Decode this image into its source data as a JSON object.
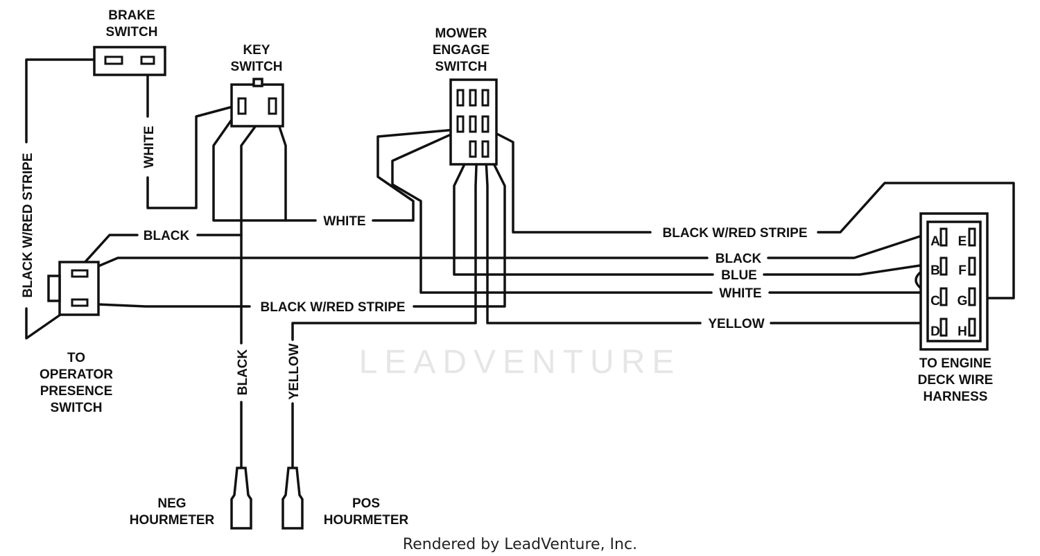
{
  "components": {
    "brake_switch": "BRAKE\nSWITCH",
    "key_switch": "KEY\nSWITCH",
    "mower_engage_switch": "MOWER\nENGAGE\nSWITCH",
    "operator_presence": "TO\nOPERATOR\nPRESENCE\nSWITCH",
    "engine_deck_harness": "TO ENGINE\nDECK WIRE\nHARNESS",
    "neg_hourmeter": "NEG\nHOURMETER",
    "pos_hourmeter": "POS\nHOURMETER"
  },
  "wires": {
    "left_vertical": "BLACK W/RED STRIPE",
    "brake_white": "WHITE",
    "white_main": "WHITE",
    "black_opp": "BLACK",
    "opp_stripe": "BLACK W/RED STRIPE",
    "deck_stripe": "BLACK W/RED STRIPE",
    "deck_black": "BLACK",
    "deck_blue": "BLUE",
    "deck_white": "WHITE",
    "deck_yellow": "YELLOW",
    "neg_black": "BLACK",
    "pos_yellow": "YELLOW"
  },
  "harness_pins": {
    "a": "A",
    "b": "B",
    "c": "C",
    "d": "D",
    "e": "E",
    "f": "F",
    "g": "G",
    "h": "H"
  },
  "watermark": "LEADVENTURE",
  "footer": "Rendered by LeadVenture, Inc."
}
